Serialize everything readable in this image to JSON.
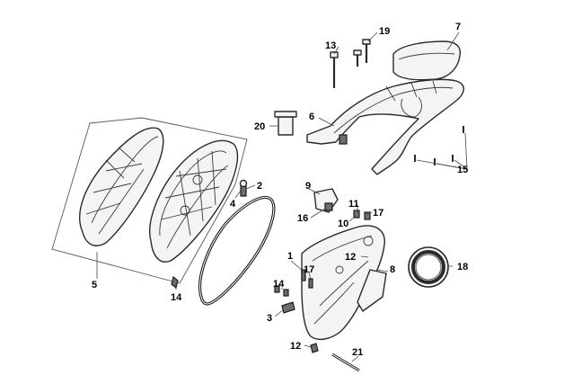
{
  "callouts": {
    "c1": "1",
    "c2": "2",
    "c3": "3",
    "c4": "4",
    "c5": "5",
    "c6": "6",
    "c7": "7",
    "c8": "8",
    "c9": "9",
    "c10": "10",
    "c11": "11",
    "c12a": "12",
    "c12b": "12",
    "c13": "13",
    "c14a": "14",
    "c14b": "14",
    "c15": "15",
    "c16": "16",
    "c17a": "17",
    "c17b": "17",
    "c18": "18",
    "c19": "19",
    "c20": "20",
    "c21": "21"
  }
}
